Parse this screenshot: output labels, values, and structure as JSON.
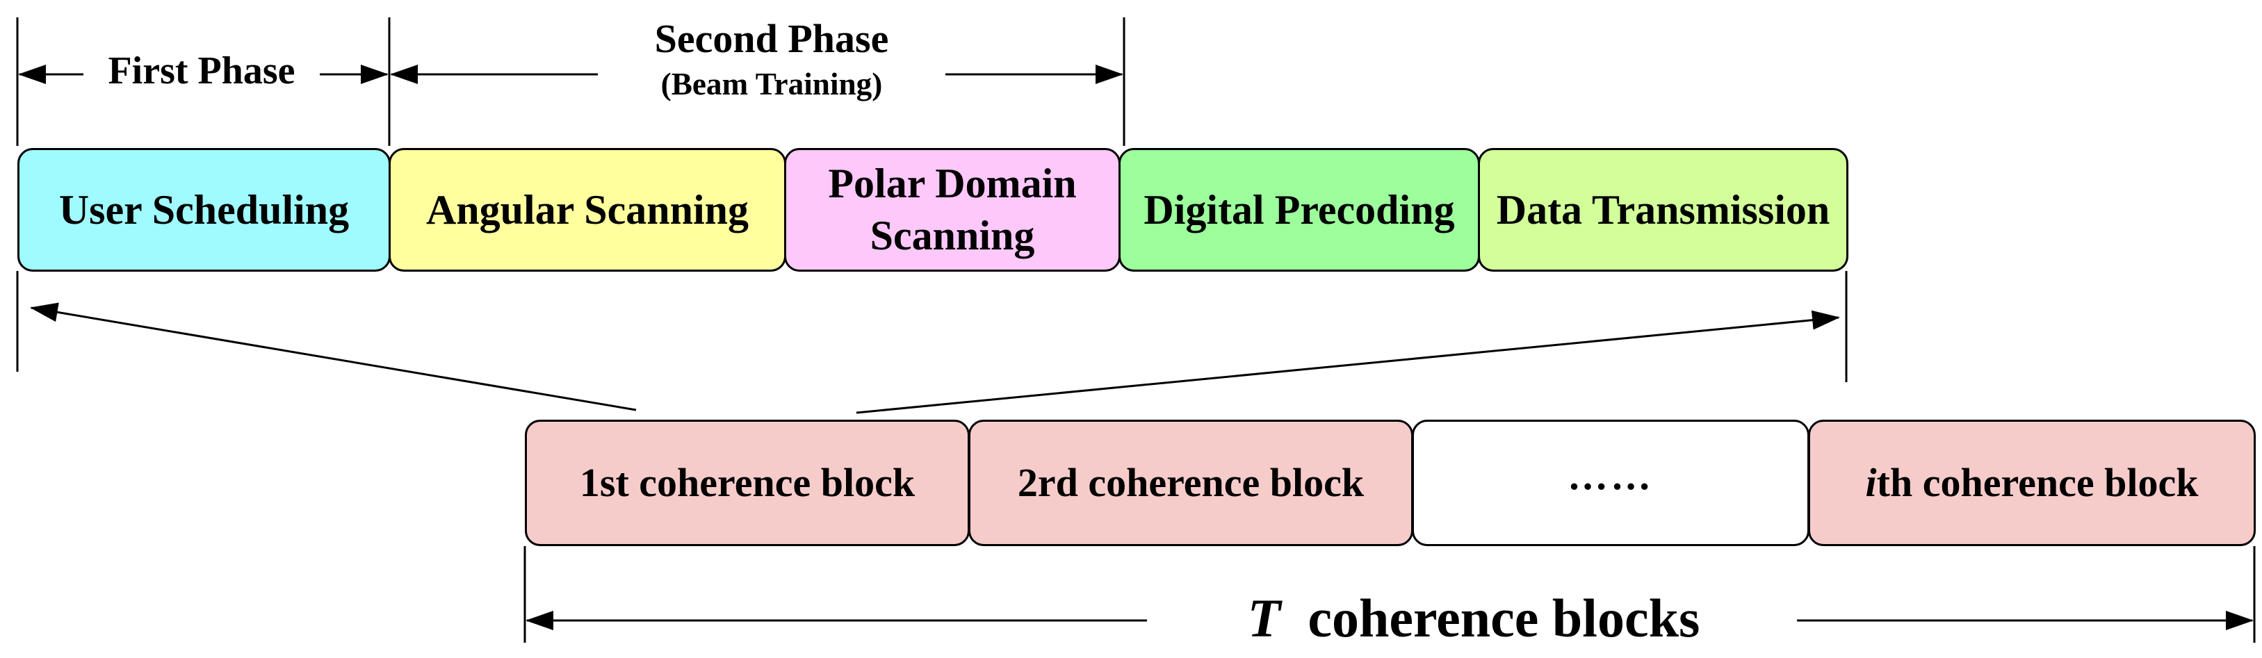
{
  "phases": {
    "first_phase": "First Phase",
    "second_phase": "Second Phase",
    "second_phase_sub": "(Beam Training)"
  },
  "stages": {
    "user_scheduling": "User Scheduling",
    "angular_scanning": "Angular Scanning",
    "polar_line1": "Polar Domain",
    "polar_line2": "Scanning",
    "digital_precoding": "Digital Precoding",
    "data_transmission": "Data Transmission"
  },
  "coherence": {
    "block1": "1st coherence block",
    "block2": "2rd coherence block",
    "ellipsis": "……",
    "blocki_var": "i",
    "blocki_rest": "th coherence block",
    "total_var": "T",
    "total_rest": "coherence blocks"
  },
  "colors": {
    "user_scheduling": "#9ffbff",
    "angular_scanning": "#ffff9e",
    "polar_domain_scanning": "#ffc8fb",
    "digital_precoding": "#9cff9c",
    "data_transmission": "#d2ff9a",
    "coherence_block": "#f6cccb",
    "ellipsis_block": "#ffffff"
  }
}
